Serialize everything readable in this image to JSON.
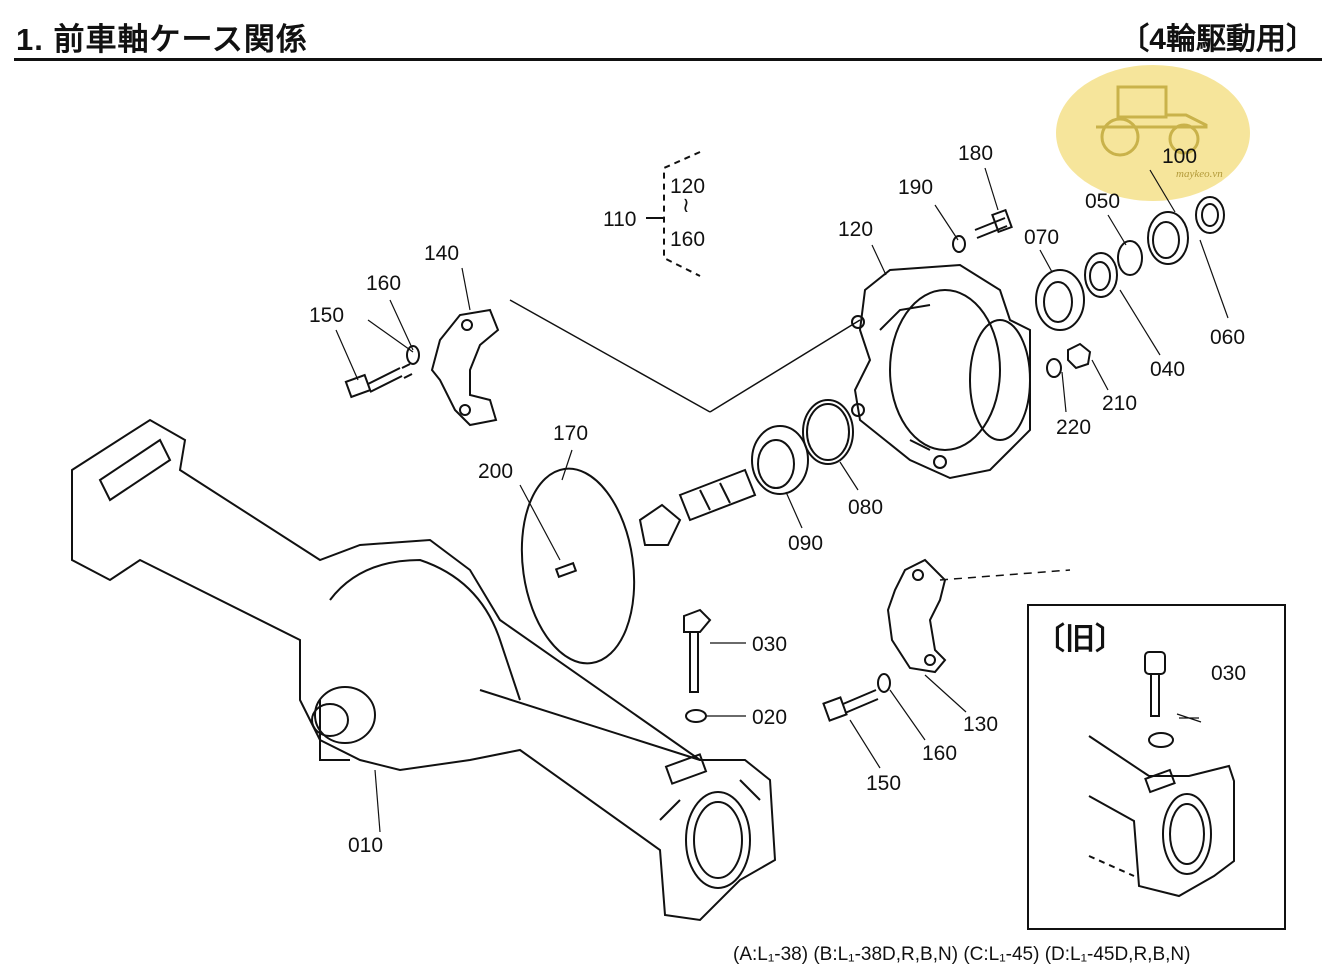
{
  "header": {
    "title": "1. 前車軸ケース関係",
    "tag": "〔4輪駆動用〕"
  },
  "callouts": {
    "c010": "010",
    "c020": "020",
    "c030": "030",
    "c040": "040",
    "c050": "050",
    "c060": "060",
    "c070": "070",
    "c080": "080",
    "c090": "090",
    "c100": "100",
    "c110": "110",
    "c120": "120",
    "c120b": "120",
    "c130": "130",
    "c140": "140",
    "c150a": "150",
    "c150b": "150",
    "c160a": "160",
    "c160b": "160",
    "c160c": "160",
    "c170": "170",
    "c180": "180",
    "c190": "190",
    "c200": "200",
    "c210": "210",
    "c220": "220",
    "tilde": "≀"
  },
  "inset": {
    "title": "〔旧〕",
    "c030": "030"
  },
  "footer": "(A:L₁-38) (B:L₁-38D,R,B,N) (C:L₁-45) (D:L₁-45D,R,B,N)",
  "watermark": "maykeo.vn",
  "colors": {
    "ink": "#111111",
    "watermark": "#f3dc7a"
  }
}
